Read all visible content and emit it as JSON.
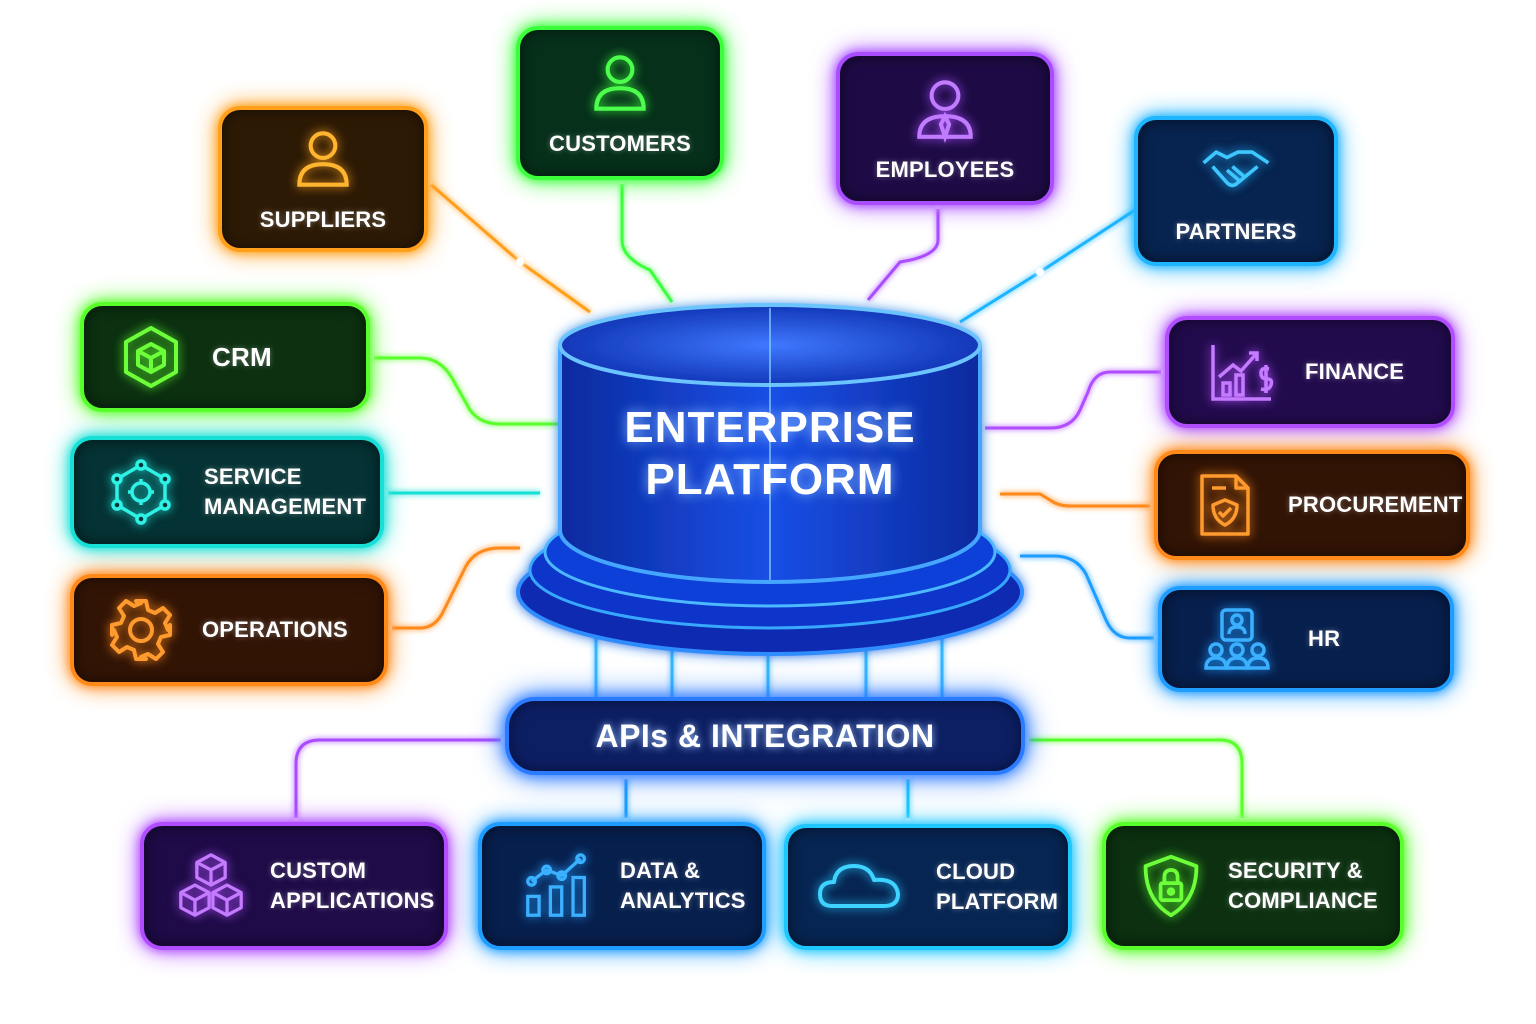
{
  "center": {
    "title_line1": "ENTERPRISE",
    "title_line2": "PLATFORM"
  },
  "api_bar": {
    "label": "APIs & INTEGRATION"
  },
  "nodes": {
    "suppliers": {
      "label": "SUPPLIERS",
      "icon": "person-icon",
      "color": "#ff9f1a"
    },
    "customers": {
      "label": "CUSTOMERS",
      "icon": "person-icon",
      "color": "#3cff3c"
    },
    "employees": {
      "label": "EMPLOYEES",
      "icon": "businessman-icon",
      "color": "#a94dff"
    },
    "partners": {
      "label": "PARTNERS",
      "icon": "handshake-icon",
      "color": "#1fb5ff"
    },
    "crm": {
      "label": "CRM",
      "icon": "cube-hexagon-icon",
      "color": "#59ff2b"
    },
    "service_management": {
      "line1": "SERVICE",
      "line2": "MANAGEMENT",
      "icon": "network-gear-icon",
      "color": "#19e0d6"
    },
    "operations": {
      "label": "OPERATIONS",
      "icon": "gear-icon",
      "color": "#ff8a1a"
    },
    "finance": {
      "label": "FINANCE",
      "icon": "finance-chart-icon",
      "color": "#b14dff"
    },
    "procurement": {
      "label": "PROCUREMENT",
      "icon": "document-shield-icon",
      "color": "#ff8a1a"
    },
    "hr": {
      "label": "HR",
      "icon": "people-group-icon",
      "color": "#1f9dff"
    },
    "custom_applications": {
      "line1": "CUSTOM",
      "line2": "APPLICATIONS",
      "icon": "cubes-icon",
      "color": "#b14dff"
    },
    "data_analytics": {
      "line1": "DATA &",
      "line2": "ANALYTICS",
      "icon": "bar-chart-icon",
      "color": "#1f9dff"
    },
    "cloud_platform": {
      "line1": "CLOUD",
      "line2": "PLATFORM",
      "icon": "cloud-icon",
      "color": "#1fc7ff"
    },
    "security_compliance": {
      "line1": "SECURITY &",
      "line2": "COMPLIANCE",
      "icon": "shield-lock-icon",
      "color": "#59ff2b"
    }
  }
}
